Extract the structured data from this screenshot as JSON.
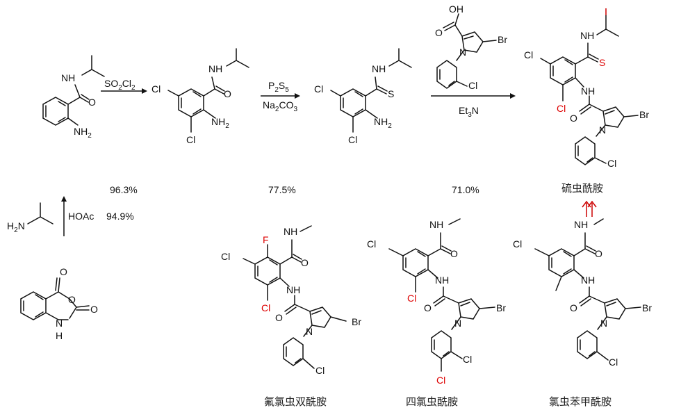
{
  "molecules": {
    "anthranilamide": {
      "nh": "NH",
      "o": "O",
      "nh2": "NH",
      "nh2_sub": "2"
    },
    "dichloro_amide": {
      "cl_top": "Cl",
      "cl_bottom": "Cl",
      "nh": "NH",
      "o": "O",
      "nh2": "NH",
      "nh2_sub": "2"
    },
    "thioamide": {
      "cl_top": "Cl",
      "cl_bottom": "Cl",
      "nh": "NH",
      "s": "S",
      "nh2": "NH",
      "nh2_sub": "2"
    },
    "pyrazole_acid": {
      "oh": "OH",
      "o": "O",
      "n": "N",
      "br": "Br",
      "cl": "Cl"
    },
    "thiosulfan": {
      "name": "硫虫酰胺",
      "cl_ring": "Cl",
      "cl_red": "Cl",
      "nh_top": "NH",
      "s": "S",
      "nh_mid": "NH",
      "o": "O",
      "n": "N",
      "br": "Br",
      "cl_py": "Cl"
    },
    "isatoic_anhydride": {
      "o1": "O",
      "o2": "O",
      "o3": "O",
      "nh": "N",
      "h": "H"
    },
    "isopropylamine": {
      "h2n": "H",
      "h2n_sub": "2",
      "n": "N"
    },
    "fluchlor": {
      "name": "氟氯虫双酰胺",
      "f": "F",
      "cl_ring": "Cl",
      "cl_red": "Cl",
      "nh": "NH",
      "o1": "O",
      "nh2": "NH",
      "o2": "O",
      "n": "N",
      "br": "Br",
      "cl_py": "Cl"
    },
    "tetrachlor": {
      "name": "四氯虫酰胺",
      "cl_ring": "Cl",
      "cl_red": "Cl",
      "nh": "NH",
      "o1": "O",
      "nh2": "NH",
      "o2": "O",
      "n": "N",
      "br": "Br",
      "cl_py": "Cl",
      "cl_py_red": "Cl"
    },
    "chlorantraniliprole": {
      "name": "氯虫苯甲酰胺",
      "cl_ring": "Cl",
      "nh": "NH",
      "o1": "O",
      "nh2": "NH",
      "o2": "O",
      "n": "N",
      "br": "Br",
      "cl_py": "Cl"
    }
  },
  "reagents": {
    "step1": {
      "text": "SO",
      "sub1": "2",
      "mid": "Cl",
      "sub2": "2"
    },
    "step2_top": {
      "text": "P",
      "sub1": "2",
      "mid": "S",
      "sub2": "5"
    },
    "step2_bottom": {
      "text": "Na",
      "sub1": "2",
      "mid": "CO",
      "sub2": "3"
    },
    "step3_bottom": {
      "text": "Et",
      "sub1": "3",
      "mid": "N"
    },
    "step0": "HOAc"
  },
  "yields": {
    "step0": "94.9%",
    "step1": "96.3%",
    "step2": "77.5%",
    "step3": "71.0%"
  }
}
